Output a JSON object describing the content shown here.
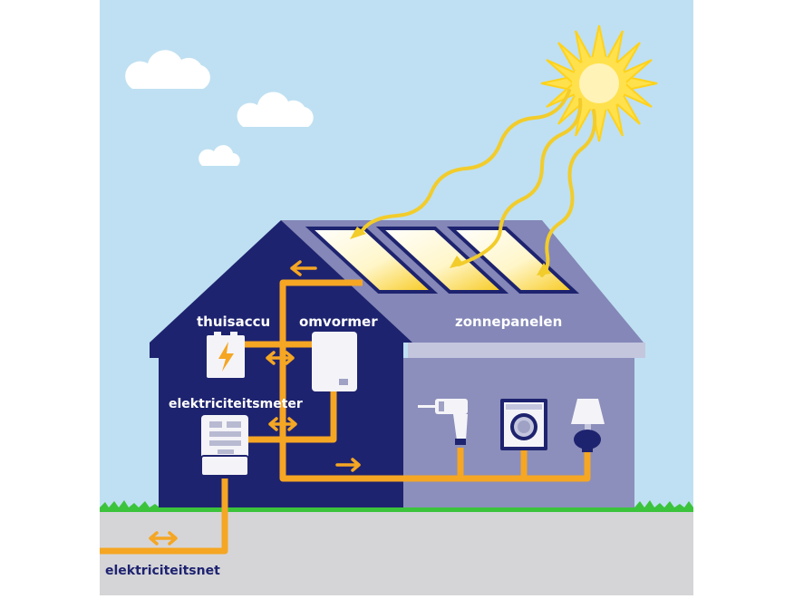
{
  "labels": {
    "thuisaccu": "thuisaccu",
    "omvormer": "omvormer",
    "zonnepanelen": "zonnepanelen",
    "elektriciteitsmeter": "elektriciteitsmeter",
    "elektriciteitsnet": "elektriciteitsnet"
  },
  "colors": {
    "sky": "#bfe0f2",
    "house_dark": "#1e236f",
    "house_light": "#8c8fbb",
    "roof_light": "#8487b7",
    "eave": "#c4c6de",
    "ground": "#d5d5d8",
    "grass": "#3cc33c",
    "cable": "#f5a623",
    "sun": "#ffe14d",
    "sun_core": "#fff3b8",
    "device": "#f4f4f8",
    "cloud": "#ffffff"
  },
  "icons": {
    "sun": "sun-icon",
    "battery": "battery-icon",
    "inverter": "inverter-icon",
    "meter": "meter-icon",
    "drill": "drill-icon",
    "washing_machine": "washing-machine-icon",
    "lamp": "lamp-icon"
  }
}
